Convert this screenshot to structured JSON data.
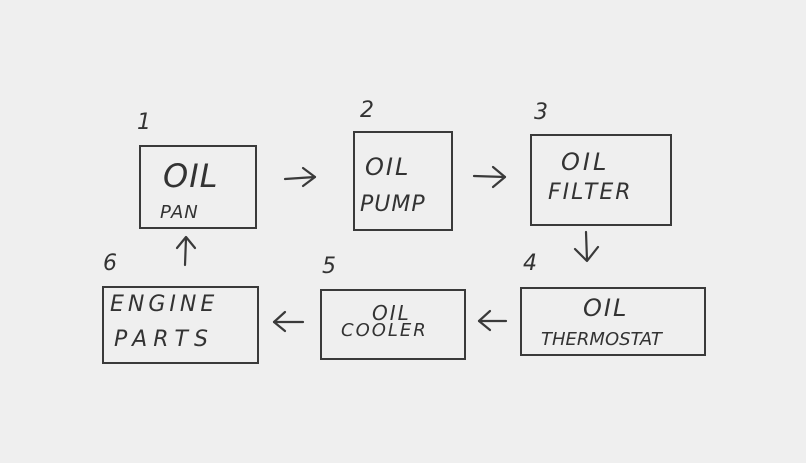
{
  "steps": [
    {
      "number": "1",
      "line1": "OIL",
      "line2": "PAN"
    },
    {
      "number": "2",
      "line1": "OIL",
      "line2": "PUMP"
    },
    {
      "number": "3",
      "line1": "OIL",
      "line2": "FILTER"
    },
    {
      "number": "4",
      "line1": "OIL",
      "line2": "THERMOSTAT"
    },
    {
      "number": "5",
      "line1": "OIL",
      "line2": "COOLER"
    },
    {
      "number": "6",
      "line1": "ENGINE",
      "line2": "PARTS"
    }
  ],
  "colors": {
    "background": "#efefef",
    "ink": "#333333"
  }
}
